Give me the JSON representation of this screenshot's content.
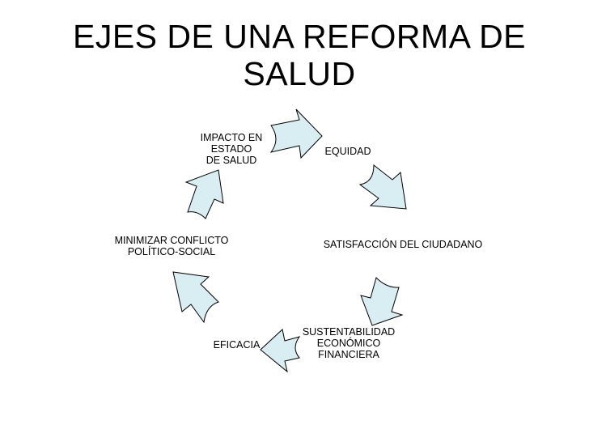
{
  "title": {
    "line1": "EJES DE UNA REFORMA DE",
    "line2": "SALUD"
  },
  "cycle": {
    "arrow_fill": "#d9eef2",
    "nodes": [
      {
        "lines": [
          "IMPACTO EN",
          "ESTADO",
          "DE SALUD"
        ]
      },
      {
        "lines": [
          "EQUIDAD"
        ]
      },
      {
        "lines": [
          "SATISFACCIÓN DEL CIUDADANO"
        ]
      },
      {
        "lines": [
          "SUSTENTABILIDAD",
          "ECONÓMICO",
          "FINANCIERA"
        ]
      },
      {
        "lines": [
          "EFICACIA"
        ]
      },
      {
        "lines": [
          "MINIMIZAR CONFLICTO",
          "POLÍTICO-SOCIAL"
        ]
      }
    ]
  }
}
